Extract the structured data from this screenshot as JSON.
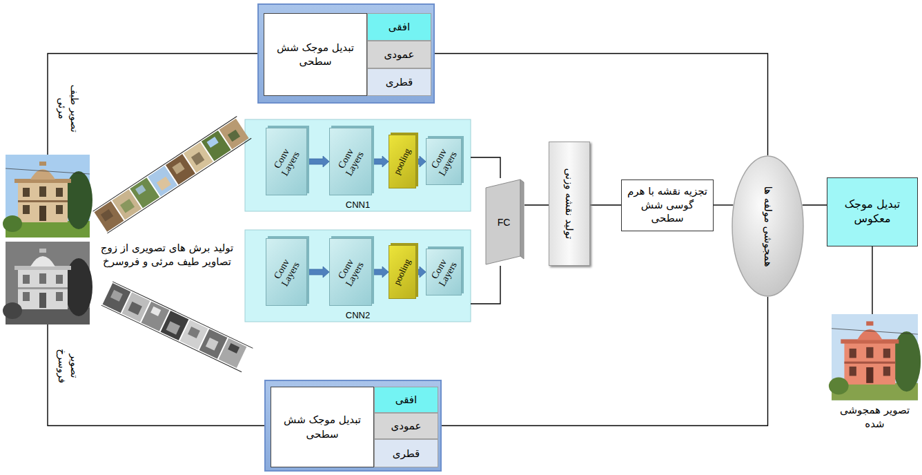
{
  "diagram": {
    "nodes": [
      {
        "text": [
          "تبدیل موجک شش سطحی"
        ]
      },
      {
        "text": [
          "افقی"
        ],
        "in": 0
      },
      {
        "text": [
          "عمودی"
        ],
        "in": 0
      },
      {
        "text": [
          "قطری"
        ],
        "in": 0
      },
      {
        "text": [
          "تصویر طیف مرئی"
        ]
      },
      {
        "text": [
          "تصویر فروسرخ"
        ]
      },
      {
        "text": [
          "CNN1"
        ]
      },
      {
        "text": [
          "Conv Layers"
        ],
        "in": 6
      },
      {
        "text": [
          "Conv Layers"
        ],
        "in": 6
      },
      {
        "text": [
          "pooling"
        ],
        "in": 6
      },
      {
        "text": [
          "Conv Layers"
        ],
        "in": 6
      },
      {
        "text": [
          "CNN2"
        ]
      },
      {
        "text": [
          "Conv Layers"
        ],
        "in": 11
      },
      {
        "text": [
          "Conv Layers"
        ],
        "in": 11
      },
      {
        "text": [
          "pooling"
        ],
        "in": 11
      },
      {
        "text": [
          "Conv Layers"
        ],
        "in": 11
      },
      {
        "text": [
          "FC"
        ]
      },
      {
        "text": [
          "تولید نقشه وزنی"
        ]
      },
      {
        "text": [
          "تجزیه نقشه با هرم گوسی شش سطحی"
        ]
      },
      {
        "text": [
          "همجوشی مولفه ها"
        ]
      },
      {
        "text": [
          "تبدیل موجک معکوس"
        ]
      },
      {
        "text": [
          "تصویر همجوشی شده"
        ]
      },
      {
        "text": [
          "تبدیل موجک شش سطحی"
        ]
      },
      {
        "text": [
          "افقی"
        ],
        "in": 22
      },
      {
        "text": [
          "عمودی"
        ],
        "in": 22
      },
      {
        "text": [
          "قطری"
        ],
        "in": 22
      }
    ],
    "edges": [
      {
        "from": 4,
        "to": 0,
        "arrow": "none"
      },
      {
        "from": 5,
        "to": 22,
        "arrow": "none"
      },
      {
        "from": 0,
        "to": 19,
        "arrow": "none"
      },
      {
        "from": 22,
        "to": 19,
        "arrow": "none"
      },
      {
        "from": 7,
        "to": 8,
        "arrow": "to"
      },
      {
        "from": 8,
        "to": 9,
        "arrow": "to"
      },
      {
        "from": 9,
        "to": 10,
        "arrow": "to"
      },
      {
        "from": 12,
        "to": 13,
        "arrow": "to"
      },
      {
        "from": 13,
        "to": 14,
        "arrow": "to"
      },
      {
        "from": 14,
        "to": 15,
        "arrow": "to"
      },
      {
        "from": 6,
        "to": 16,
        "arrow": "none"
      },
      {
        "from": 11,
        "to": 16,
        "arrow": "none"
      },
      {
        "from": 16,
        "to": 17,
        "arrow": "none"
      },
      {
        "from": 17,
        "to": 18,
        "arrow": "none"
      },
      {
        "from": 18,
        "to": 19,
        "arrow": "none"
      },
      {
        "from": 19,
        "to": 20,
        "arrow": "none"
      },
      {
        "from": 20,
        "to": 21,
        "arrow": "none"
      }
    ],
    "labels": [
      "تولید برش های تصویری از زوج تصاویر طیف مرئی و فروسرخ"
    ]
  }
}
